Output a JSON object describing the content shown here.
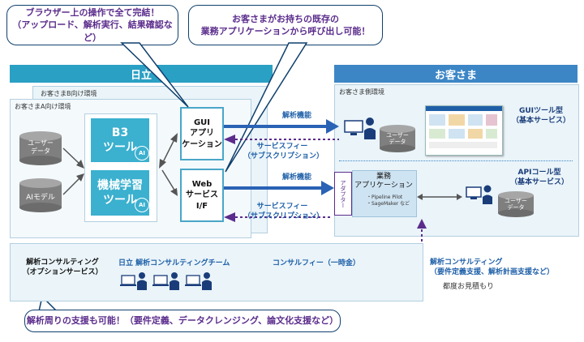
{
  "bubbles": {
    "browser": "ブラウザー上の操作で全て完結！\n（アップロード、解析実行、結果確認など）",
    "customer_app": "お客さまがお持ちの既存の\n業務アプリケーションから呼び出し可能！",
    "support": "解析周りの支援も可能！（要件定義、データクレンジング、論文化支援など）"
  },
  "hitachi": {
    "title": "日立",
    "ellipsis": "…",
    "env_b": "お客さまB向け環境",
    "env_a": "お客さまA向け環境",
    "user_data": "ユーザー\nデータ",
    "ai_model": "AIモデル",
    "b3_tool": "B3\nツール",
    "ml_tool": "機械学習\nツール",
    "ai_badge": "AI",
    "gui_app": "GUI\nアプリ\nケーション",
    "web_if": "Web\nサービス\nI/F"
  },
  "flows": {
    "analysis_top": "解析機能",
    "fee_top": "サービスフィー\n（サブスクリプション）",
    "analysis_bottom": "解析機能",
    "fee_bottom": "サービスフィー\n（サブスクリプション）",
    "consult_fee": "コンサルフィー（一時金）"
  },
  "customer": {
    "title": "お客さま",
    "env": "お客さま側環境",
    "user_data_top": "ユーザー\nデータ",
    "gui_type": "GUIツール型\n（基本サービス）",
    "api_type": "APIコール型\n（基本サービス）",
    "adapter": "アダプター",
    "business_app": "業務\nアプリケーション",
    "business_app_sub": "・Pipeline Pilot\n・SageMaker など",
    "user_data_bottom": "ユーザー\nデータ"
  },
  "consulting": {
    "option": "解析コンサルティング\n（オプションサービス）",
    "team": "日立 解析コンサルティングチーム",
    "right_title": "解析コンサルティング\n（要件定義支援、解析計画支援など）",
    "estimate": "都度お見積もり"
  },
  "colors": {
    "hitachi_bar": "#2aa0c4",
    "customer_bar": "#3d86c6",
    "panel_bg": "#eaf4f9",
    "teal_box": "#3bb0cf",
    "arrow_blue": "#2a62b5",
    "bubble_text": "#5b2c8c"
  }
}
